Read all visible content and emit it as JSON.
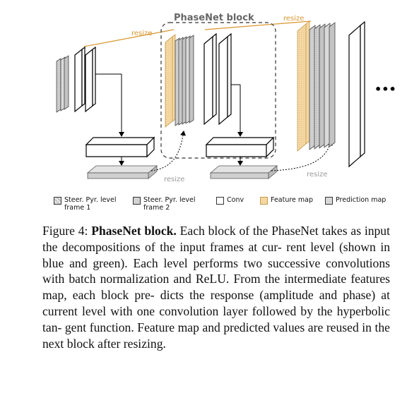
{
  "diagram": {
    "block_title": "PhaseNet block",
    "resize_label": "resize",
    "ellipsis": "•••",
    "colors": {
      "steer_frame1": "#c8c8c8",
      "steer_frame2": "#d6d6d6",
      "conv": "#ffffff",
      "feature_map": "#f5d7a1",
      "prediction_map": "#d9d9d9",
      "resize_line": "#d9962e",
      "resize_text": "#9a9a9a"
    }
  },
  "legend": {
    "items": [
      {
        "label_line1": "Steer. Pyr. level",
        "label_line2": "frame 1",
        "swatch": "#c4c4c4"
      },
      {
        "label_line1": "Steer. Pyr. level",
        "label_line2": "frame 2",
        "swatch": "#d2d2d2"
      },
      {
        "label_line1": "Conv",
        "label_line2": "",
        "swatch": "#ffffff"
      },
      {
        "label_line1": "Feature map",
        "label_line2": "",
        "swatch": "#f5d7a1"
      },
      {
        "label_line1": "Prediction map",
        "label_line2": "",
        "swatch": "#d9d9d9"
      }
    ]
  },
  "caption": {
    "figure_label": "Figure 4:",
    "bold_title": "PhaseNet block.",
    "body": "Each block of the PhaseNet takes as input the decompositions of the input frames at cur- rent level (shown in blue and green). Each level performs two successive convolutions with batch normalization and ReLU. From the intermediate features map, each block pre- dicts the response (amplitude and phase) at current level with one convolution layer followed by the hyperbolic tan- gent function. Feature map and predicted values are reused in the next block after resizing."
  }
}
